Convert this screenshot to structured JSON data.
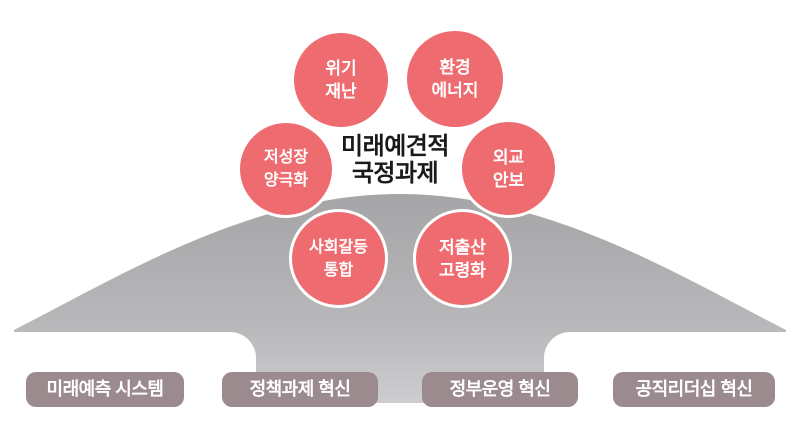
{
  "diagram": {
    "center_title": "미래예견적\n국정과제",
    "challenge_circles": [
      {
        "label": "위기\n재난"
      },
      {
        "label": "환경\n에너지"
      },
      {
        "label": "저성장\n양극화"
      },
      {
        "label": "외교\n안보"
      },
      {
        "label": "사회갈등\n통합"
      },
      {
        "label": "저출산\n고령화"
      }
    ],
    "foundation_boxes": [
      {
        "label": "미래예측 시스템"
      },
      {
        "label": "정책과제 혁신"
      },
      {
        "label": "정부운영 혁신"
      },
      {
        "label": "공직리더십 혁신"
      }
    ],
    "colors": {
      "circle_fill": "#ee6b70",
      "circle_text": "#ffffff",
      "box_fill": "#9b8a8e",
      "box_text": "#ffffff",
      "title_text": "#1a1a1a",
      "mountain_top": "#a5a5a7",
      "mountain_mid": "#b7b7b9",
      "mountain_bottom": "#cdcdcf",
      "page_bg": "#ffffff"
    }
  }
}
